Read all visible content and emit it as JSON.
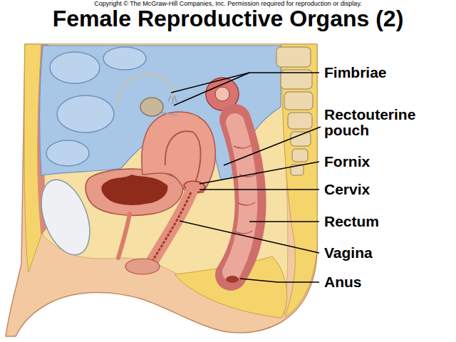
{
  "diagram": {
    "title": "Female Reproductive Organs (2)",
    "labels": [
      "Copyright © The McGraw-Hill Companies, Inc. Permission required for reproduction or display.",
      "Fimbriae",
      "Rectouterine pouch",
      "Fornix",
      "Cervix",
      "Rectum",
      "Vagina",
      "Anus"
    ]
  }
}
